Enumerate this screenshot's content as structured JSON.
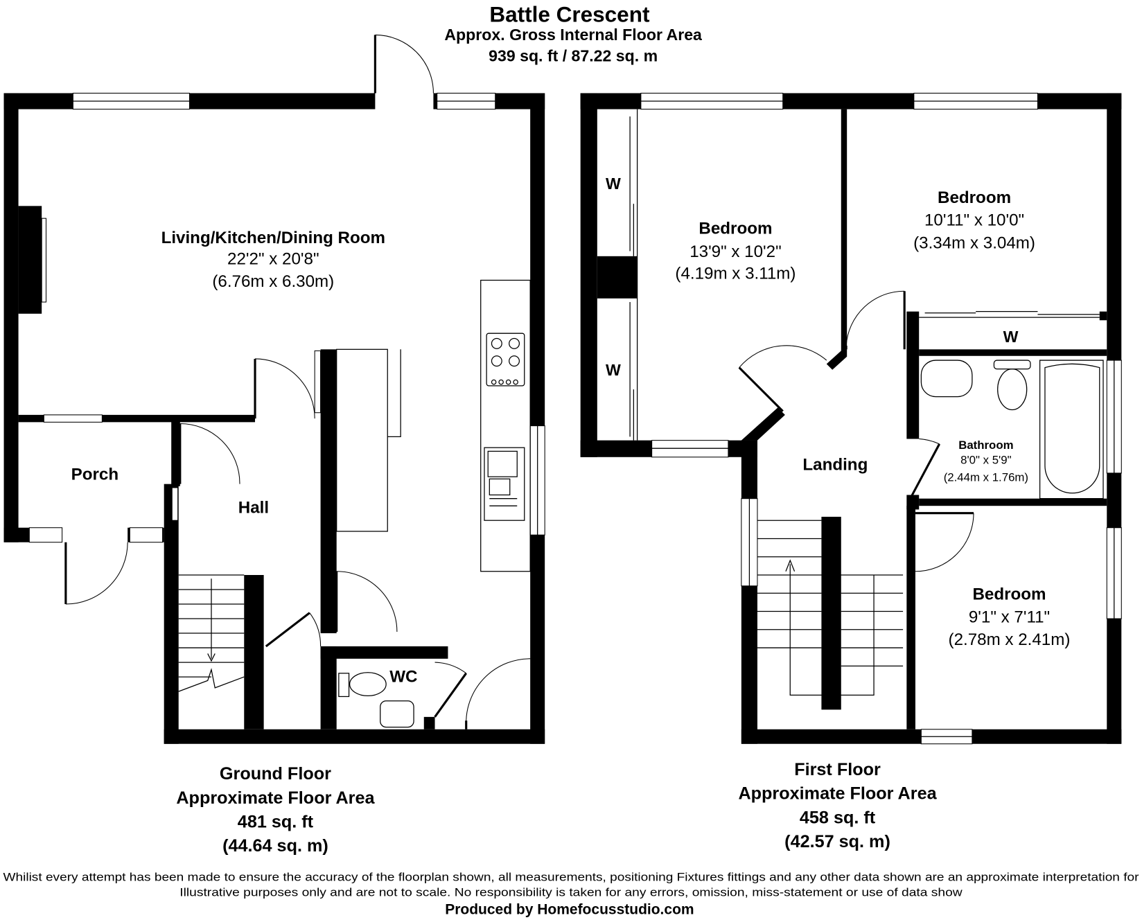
{
  "header": {
    "title": "Battle Crescent",
    "subtitle": "Approx. Gross Internal Floor Area",
    "total_area": "939 sq. ft / 87.22 sq. m"
  },
  "ground_floor": {
    "rooms": {
      "living": {
        "name": "Living/Kitchen/Dining Room",
        "imperial": "22'2\" x 20'8\"",
        "metric": "(6.76m x 6.30m)"
      },
      "porch": {
        "name": "Porch"
      },
      "hall": {
        "name": "Hall"
      },
      "wc": {
        "name": "WC"
      }
    },
    "summary": {
      "label": "Ground Floor",
      "sublabel": "Approximate Floor Area",
      "sqft": "481 sq. ft",
      "sqm": "(44.64 sq. m)"
    }
  },
  "first_floor": {
    "rooms": {
      "bedroom1": {
        "name": "Bedroom",
        "imperial": "13'9\" x 10'2\"",
        "metric": "(4.19m x 3.11m)"
      },
      "bedroom2": {
        "name": "Bedroom",
        "imperial": "10'11\" x 10'0\"",
        "metric": "(3.34m x 3.04m)"
      },
      "bedroom3": {
        "name": "Bedroom",
        "imperial": "9'1\" x 7'11\"",
        "metric": "(2.78m x 2.41m)"
      },
      "bathroom": {
        "name": "Bathroom",
        "imperial": "8'0\" x 5'9\"",
        "metric": "(2.44m x 1.76m)"
      },
      "landing": {
        "name": "Landing"
      },
      "wardrobe_label": "W"
    },
    "summary": {
      "label": "First Floor",
      "sublabel": "Approximate Floor Area",
      "sqft": "458 sq. ft",
      "sqm": "(42.57 sq. m)"
    }
  },
  "footer": {
    "disclaimer_line1": "Whilist every attempt has been made to ensure the accuracy of the floorplan shown, all measurements, positioning Fixtures fittings and any other data shown are an approximate interpretation for",
    "disclaimer_line2": "Illustrative purposes only  and are not to scale. No responsibility is taken for any errors, omission, miss-statement or use of data show",
    "producer": "Produced by Homefocusstudio.com"
  }
}
